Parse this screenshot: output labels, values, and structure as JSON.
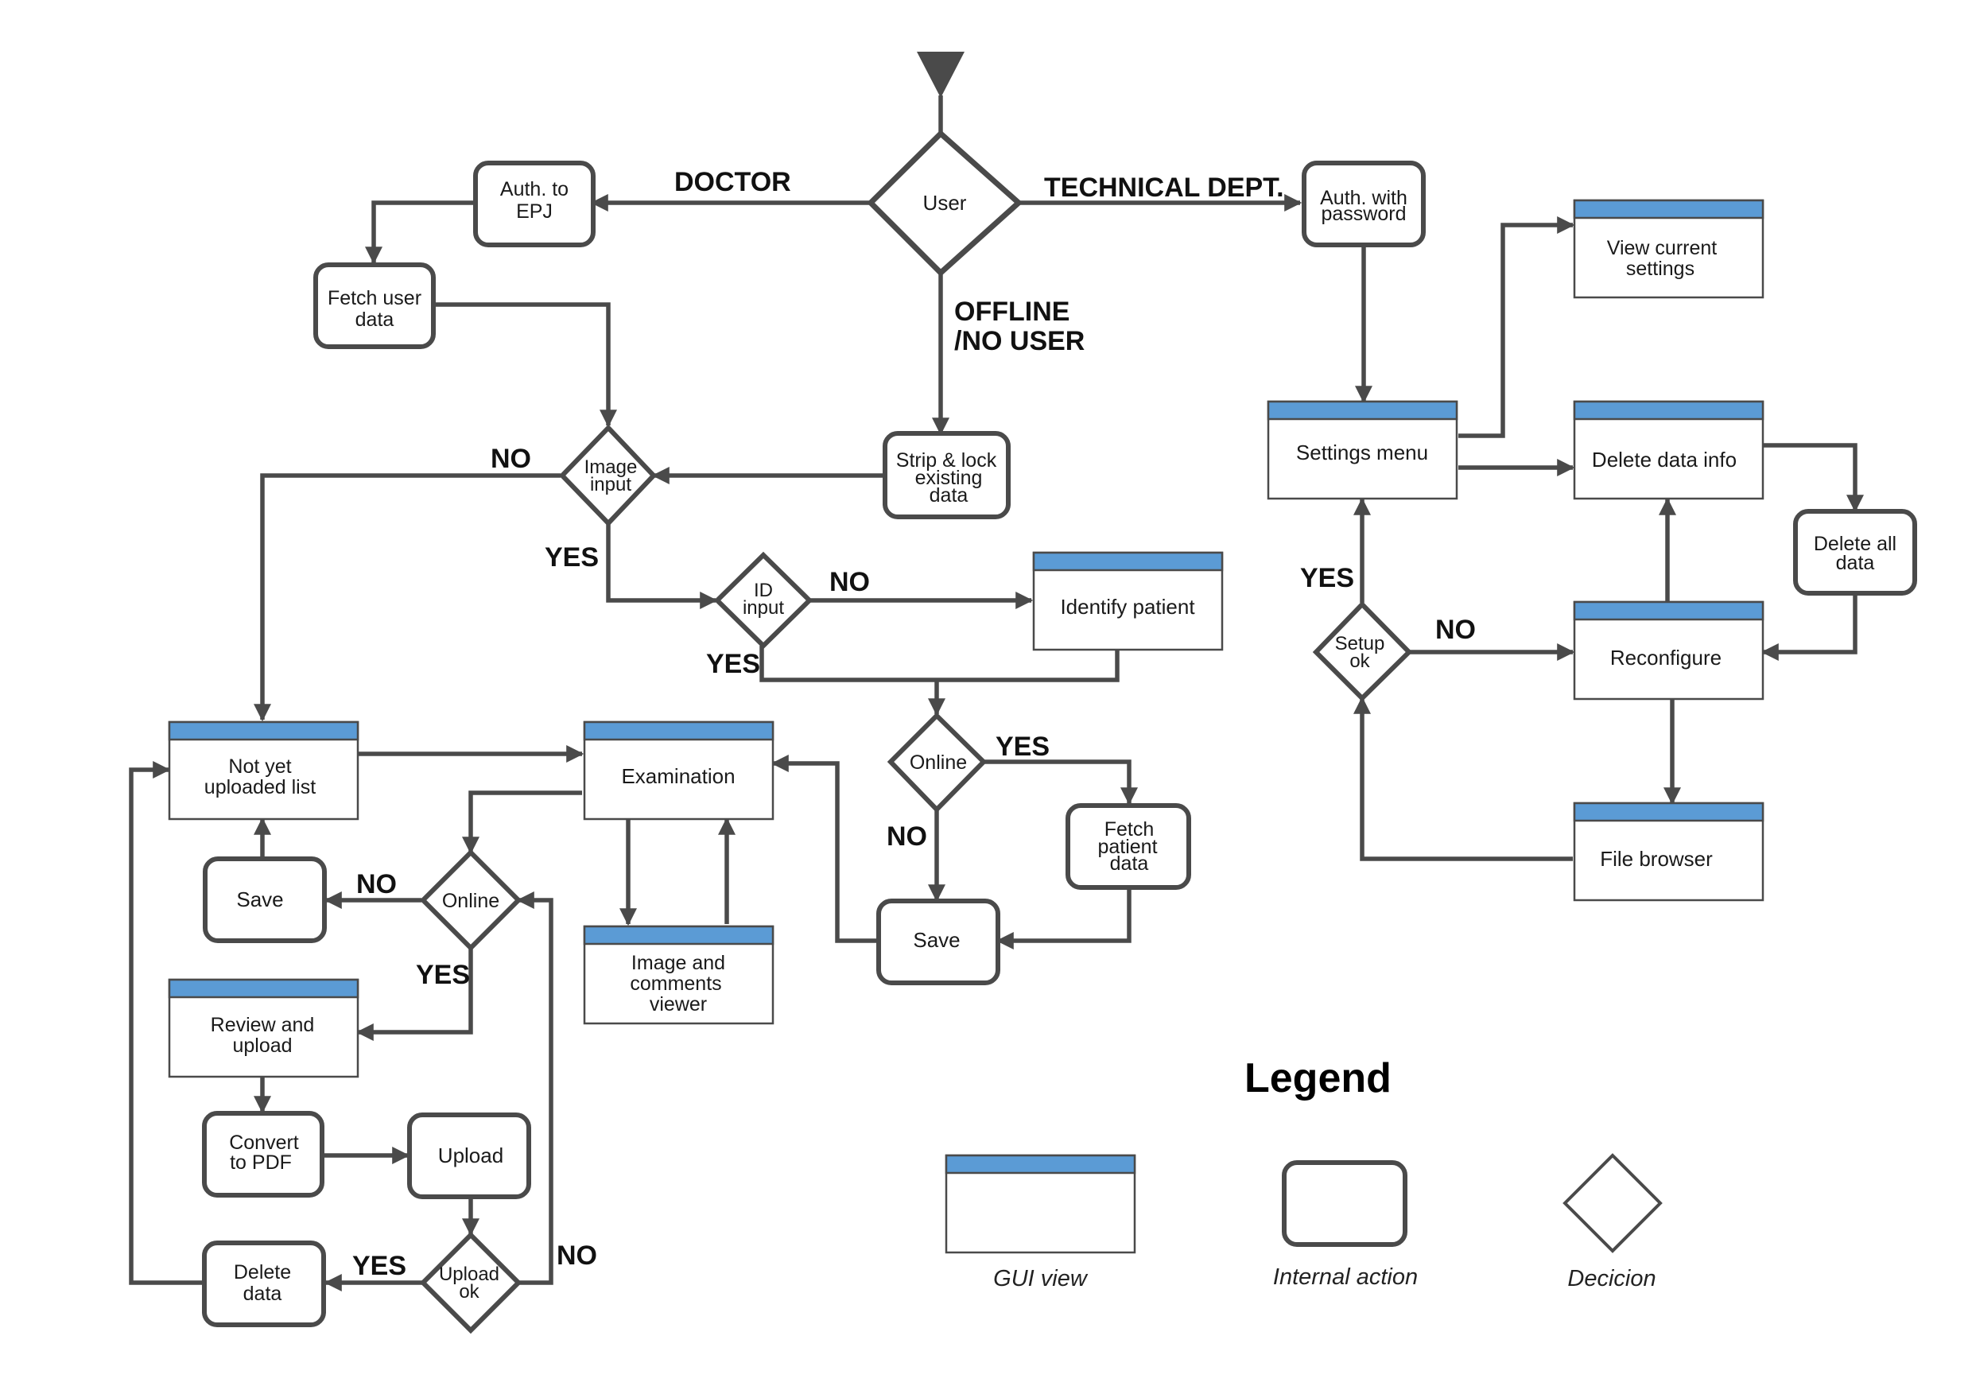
{
  "diagram": {
    "nodes": {
      "user": {
        "label": [
          "User"
        ]
      },
      "auth_epj": {
        "label": [
          "Auth. to",
          "EPJ"
        ]
      },
      "fetch_user": {
        "label": [
          "Fetch user",
          "data"
        ]
      },
      "auth_pw": {
        "label": [
          "Auth. with",
          "password"
        ]
      },
      "strip_lock": {
        "label": [
          "Strip & lock",
          "existing",
          "data"
        ]
      },
      "image_input": {
        "label": [
          "Image",
          "input"
        ]
      },
      "id_input": {
        "label": [
          "ID",
          "input"
        ]
      },
      "identify_patient": {
        "label": [
          "Identify patient"
        ]
      },
      "online_top": {
        "label": [
          "Online"
        ]
      },
      "fetch_patient": {
        "label": [
          "Fetch",
          "patient",
          "data"
        ]
      },
      "save_mid": {
        "label": [
          "Save"
        ]
      },
      "not_uploaded": {
        "label": [
          "Not yet",
          "uploaded list"
        ]
      },
      "examination": {
        "label": [
          "Examination"
        ]
      },
      "image_viewer": {
        "label": [
          "Image and",
          "comments",
          "viewer"
        ]
      },
      "save_left": {
        "label": [
          "Save"
        ]
      },
      "online_left": {
        "label": [
          "Online"
        ]
      },
      "review_upload": {
        "label": [
          "Review and",
          "upload"
        ]
      },
      "convert_pdf": {
        "label": [
          "Convert",
          "to PDF"
        ]
      },
      "upload": {
        "label": [
          "Upload"
        ]
      },
      "upload_ok": {
        "label": [
          "Upload",
          "ok"
        ]
      },
      "delete_data": {
        "label": [
          "Delete",
          "data"
        ]
      },
      "settings_menu": {
        "label": [
          "Settings menu"
        ]
      },
      "view_settings": {
        "label": [
          "View current",
          "settings"
        ]
      },
      "delete_info": {
        "label": [
          "Delete data info"
        ]
      },
      "delete_all": {
        "label": [
          "Delete all",
          "data"
        ]
      },
      "setup_ok": {
        "label": [
          "Setup",
          "ok"
        ]
      },
      "reconfigure": {
        "label": [
          "Reconfigure"
        ]
      },
      "file_browser": {
        "label": [
          "File browser"
        ]
      }
    },
    "edge_labels": {
      "doctor": "DOCTOR",
      "technical": "TECHNICAL DEPT.",
      "offline_1": "OFFLINE",
      "offline_2": "/NO USER",
      "img_no": "NO",
      "img_yes": "YES",
      "id_no": "NO",
      "id_yes": "YES",
      "online_top_yes": "YES",
      "online_top_no": "NO",
      "online_left_no": "NO",
      "online_left_yes": "YES",
      "upload_yes": "YES",
      "upload_no": "NO",
      "setup_yes": "YES",
      "setup_no": "NO"
    },
    "colors": {
      "stroke": "#4a4a4a",
      "gui_header": "#5b9bd5",
      "text": "#1a1a1a"
    }
  },
  "legend": {
    "title": "Legend",
    "gui_view": "GUI view",
    "internal_action": "Internal action",
    "decision": "Decicion"
  }
}
